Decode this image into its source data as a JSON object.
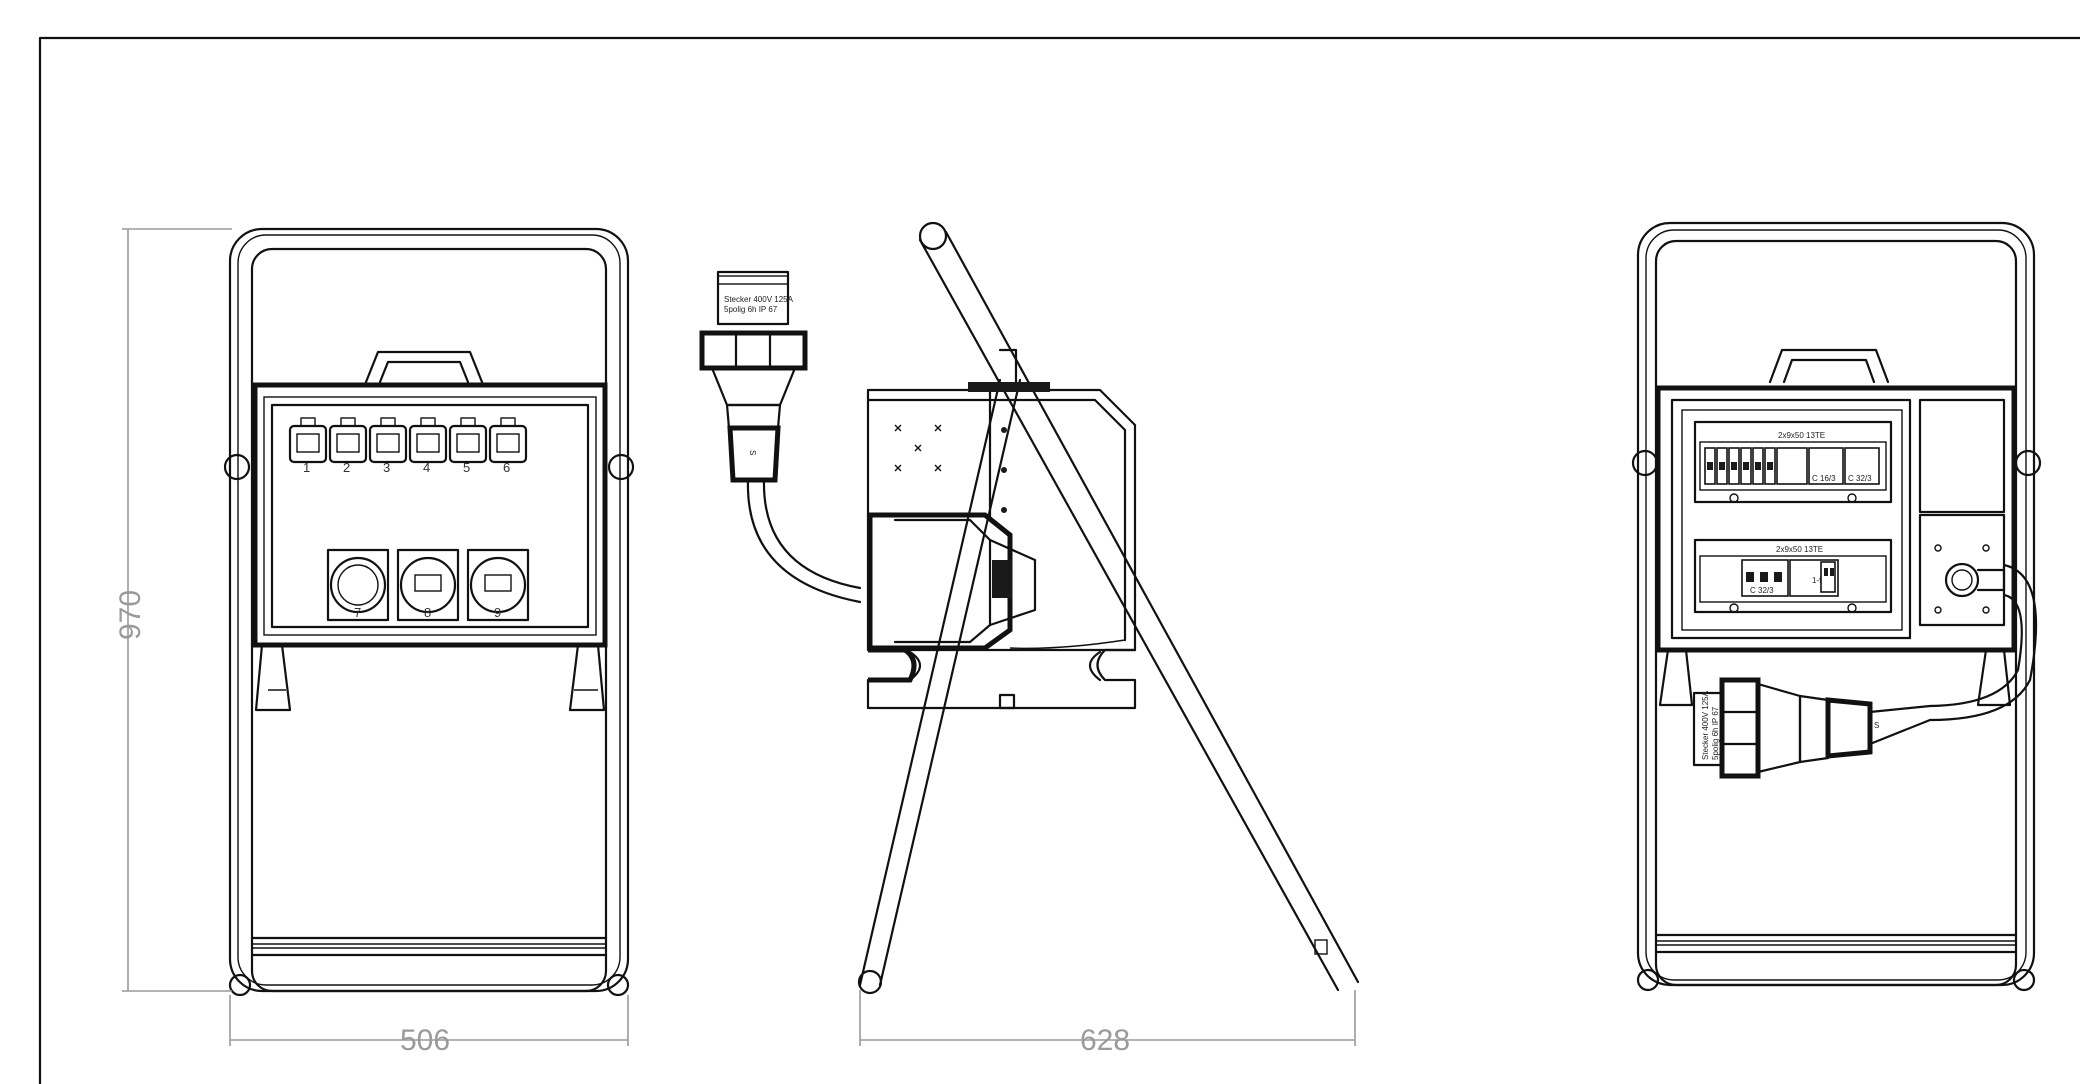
{
  "dimensions": {
    "height_left": "970",
    "width_front": "506",
    "width_side": "628"
  },
  "front_view": {
    "socket_numbers": [
      "1",
      "2",
      "3",
      "4",
      "5",
      "6",
      "7",
      "8",
      "9"
    ]
  },
  "side_view": {
    "plug_label_line1": "Stecker 400V 125A",
    "plug_label_line2": "5polig 6h IP 67"
  },
  "rear_view": {
    "rail_top_label": "2x9x50 13TE",
    "rail_bottom_label": "2x9x50 13TE",
    "breaker_c16": "C 16/3",
    "breaker_c32_top": "C 32/3",
    "breaker_c32_bottom": "C 32/3",
    "rcd_label": "1-9",
    "plug_label_line1": "Stecker 400V 125A",
    "plug_label_line2": "5polig 6h IP 67"
  }
}
